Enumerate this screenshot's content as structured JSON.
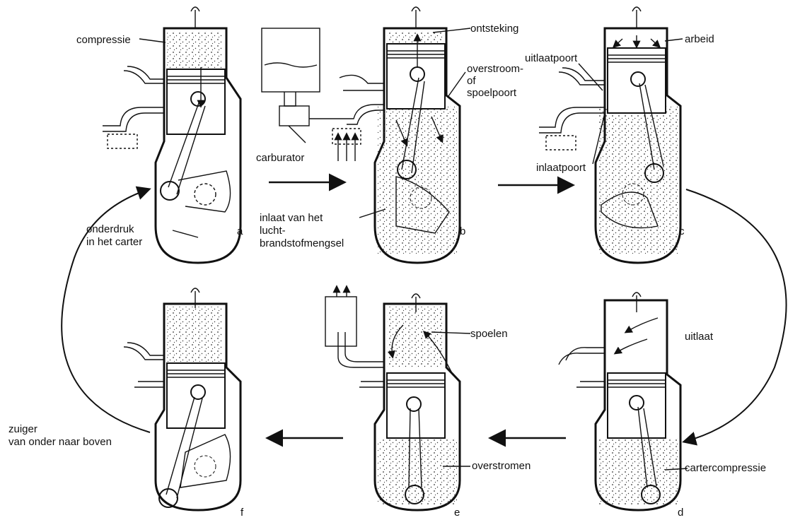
{
  "labels": {
    "compressie": "compressie",
    "ontsteking": "ontsteking",
    "arbeid": "arbeid",
    "carburator": "carburator",
    "overstroom_1": "overstroom-",
    "overstroom_2": "of",
    "overstroom_3": "spoelpoort",
    "uitlaatpoort": "uitlaatpoort",
    "inlaatpoort": "inlaatpoort",
    "inlaat_1": "inlaat van het",
    "inlaat_2": "lucht-",
    "inlaat_3": "brandstofmengsel",
    "onderdruk_1": "onderdruk",
    "onderdruk_2": "in het carter",
    "spoelen": "spoelen",
    "uitlaat": "uitlaat",
    "zuiger_1": "zuiger",
    "zuiger_2": "van onder naar boven",
    "overstromen": "overstromen",
    "cartercompressie": "cartercompressie"
  },
  "stages": {
    "a": "a",
    "b": "b",
    "c": "c",
    "d": "d",
    "e": "e",
    "f": "f"
  }
}
